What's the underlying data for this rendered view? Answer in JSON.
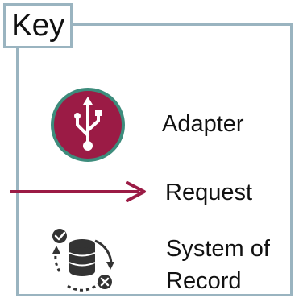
{
  "legend": {
    "title": "Key",
    "items": [
      {
        "label": "Adapter",
        "icon": "usb-adapter-icon"
      },
      {
        "label": "Request",
        "icon": "arrow-right-icon"
      },
      {
        "label": "System of\nRecord",
        "icon": "database-sync-icon"
      }
    ]
  },
  "colors": {
    "frame": "#9ab4c0",
    "adapter_fill": "#9b1b45",
    "adapter_ring": "#3d8c7c",
    "request_arrow": "#9b1b45",
    "sor_icon": "#333333",
    "text": "#111111"
  }
}
